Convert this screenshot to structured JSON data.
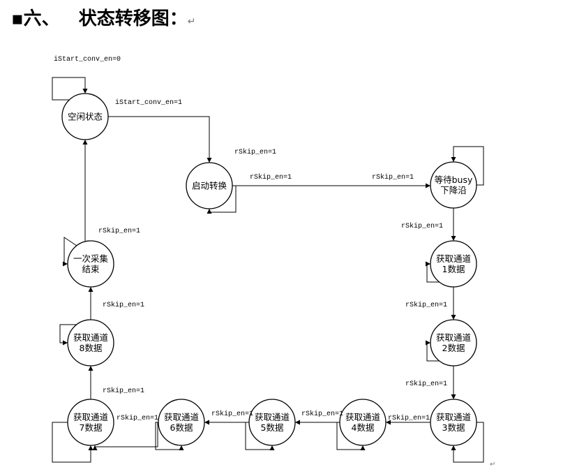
{
  "heading": {
    "bullet": "▪",
    "title": "六、   状态转移图：",
    "return_mark": "↵"
  },
  "states": {
    "idle": [
      "空闲状态"
    ],
    "start": [
      "启动转换"
    ],
    "wait_busy": [
      "等待busy",
      "下降沿"
    ],
    "ch1": [
      "获取通道",
      "1数据"
    ],
    "ch2": [
      "获取通道",
      "2数据"
    ],
    "ch3": [
      "获取通道",
      "3数据"
    ],
    "ch4": [
      "获取通道",
      "4数据"
    ],
    "ch5": [
      "获取通道",
      "5数据"
    ],
    "ch6": [
      "获取通道",
      "6数据"
    ],
    "ch7": [
      "获取通道",
      "7数据"
    ],
    "ch8": [
      "获取通道",
      "8数据"
    ],
    "done": [
      "一次采集",
      "结束"
    ]
  },
  "conditions": {
    "idle_self": "iStart_conv_en=0",
    "idle_to_start": "iStart_conv_en=1",
    "start_self": "rSkip_en=1",
    "start_to_wait_a": "rSkip_en=1",
    "start_to_wait_b": "rSkip_en=1",
    "wait_to_ch1": "rSkip_en=1",
    "ch1_to_ch2": "rSkip_en=1",
    "ch2_to_ch3": "rSkip_en=1",
    "ch3_to_ch4": "rSkip_en=1",
    "ch4_to_ch5": "rSkip_en=1",
    "ch5_to_ch6": "rSkip_en=1",
    "ch6_to_ch7": "rSkip_en=1",
    "ch7_to_ch8": "rSkip_en=1",
    "ch8_to_done": "rSkip_en=1",
    "done_to_idle": "rSkip_en=1"
  },
  "end_mark": "↵"
}
